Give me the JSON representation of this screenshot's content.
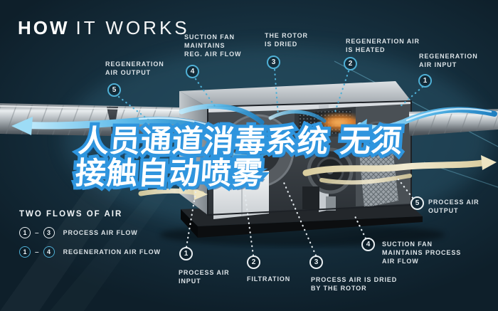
{
  "title": {
    "word_bold": "HOW",
    "word_light": "IT WORKS"
  },
  "headline": {
    "line1": "人员通道消毒系统 无须",
    "line2": "接触自动喷雾"
  },
  "legend": {
    "title": "TWO FLOWS OF AIR",
    "process": {
      "start": "1",
      "end": "3",
      "dash": "–",
      "label": "PROCESS AIR FLOW"
    },
    "regeneration": {
      "start": "1",
      "end": "4",
      "dash": "–",
      "label": "REGENERATION AIR FLOW"
    }
  },
  "callouts": {
    "regen_output": {
      "num": "5",
      "lines": [
        "REGENERATION",
        "AIR OUTPUT"
      ]
    },
    "regen_fan": {
      "num": "4",
      "lines": [
        "SUCTION FAN",
        "MAINTAINS",
        "REG. AIR FLOW"
      ]
    },
    "rotor_dried": {
      "num": "3",
      "lines": [
        "THE ROTOR",
        "IS DRIED"
      ]
    },
    "regen_heated": {
      "num": "2",
      "lines": [
        "REGENERATION AIR",
        "IS HEATED"
      ]
    },
    "regen_input": {
      "num": "1",
      "lines": [
        "REGENERATION",
        "AIR INPUT"
      ]
    },
    "process_input": {
      "num": "1",
      "lines": [
        "PROCESS AIR",
        "INPUT"
      ]
    },
    "filtration": {
      "num": "2",
      "lines": [
        "FILTRATION"
      ]
    },
    "process_dried": {
      "num": "3",
      "lines": [
        "PROCESS AIR IS DRIED",
        "BY THE ROTOR"
      ]
    },
    "process_fan": {
      "num": "4",
      "lines": [
        "SUCTION FAN",
        "MAINTAINS PROCESS",
        "AIR FLOW"
      ]
    },
    "process_output": {
      "num": "5",
      "lines": [
        "PROCESS AIR",
        "OUTPUT"
      ]
    }
  },
  "colors": {
    "background": "#16303f",
    "accent_teal": "#4fb0d6",
    "label_text": "#dce3e7",
    "headline_fill": "#ffffff",
    "headline_stroke": "#2f95de",
    "airflow_blue": "#58b7e8",
    "airflow_cream": "#eae0ba",
    "heater_glow": "#e8862e"
  }
}
